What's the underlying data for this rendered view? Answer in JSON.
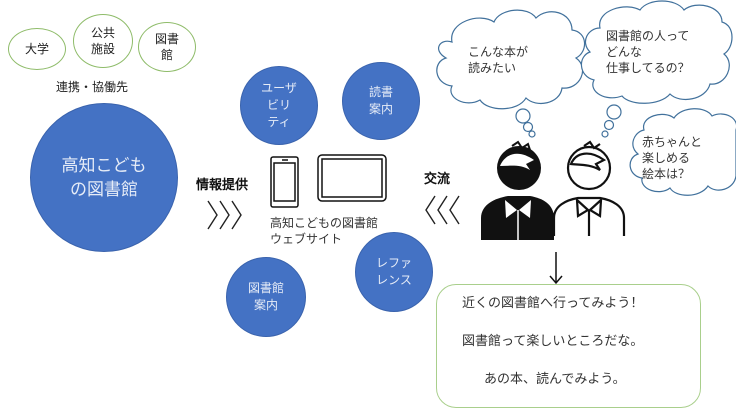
{
  "partners": {
    "items": [
      {
        "label": "大学"
      },
      {
        "label": "公共\n施設"
      },
      {
        "label": "図書\n館"
      }
    ],
    "caption": "連携・協働先"
  },
  "main_library": {
    "label": "高知こども\nの図書館"
  },
  "flows": {
    "provide_label": "情報提供",
    "exchange_label": "交流"
  },
  "website": {
    "label_line1": "高知こどもの図書館",
    "label_line2": "ウェブサイト",
    "features": [
      {
        "label": "ユーザ\nビリ\nティ"
      },
      {
        "label": "読書\n案内"
      },
      {
        "label": "図書館\n案内"
      },
      {
        "label": "レファ\nレンス"
      }
    ]
  },
  "thoughts": [
    {
      "text": "こんな本が\n読みたい"
    },
    {
      "text": "図書館の人って\nどんな\n仕事してるの？"
    },
    {
      "text": "赤ちゃんと\n楽しめる\n絵本は？"
    }
  ],
  "outcomes": [
    "近くの図書館へ行ってみよう！",
    "図書館って楽しいところだな。",
    "あの本、読んでみよう。"
  ],
  "colors": {
    "circle_fill": "#4472C4",
    "partner_border": "#8FBC6A",
    "cloud_stroke": "#41719C",
    "result_border": "#A9CF8C"
  }
}
